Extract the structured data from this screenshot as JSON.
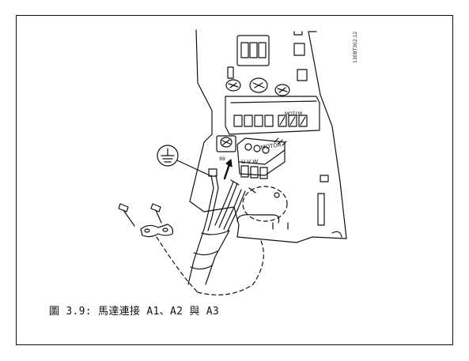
{
  "figure": {
    "caption": "圖 3.9: 馬達連接 A1、A2 與 A3",
    "reference_code": "130BT302.12",
    "terminal_label_motor_top": "MOTOR",
    "terminal_label_motor_plug": "MOTOR",
    "terminal_label_uvw": "U V W",
    "terminal_label_99": "99",
    "ground_symbol": "ground-icon"
  }
}
